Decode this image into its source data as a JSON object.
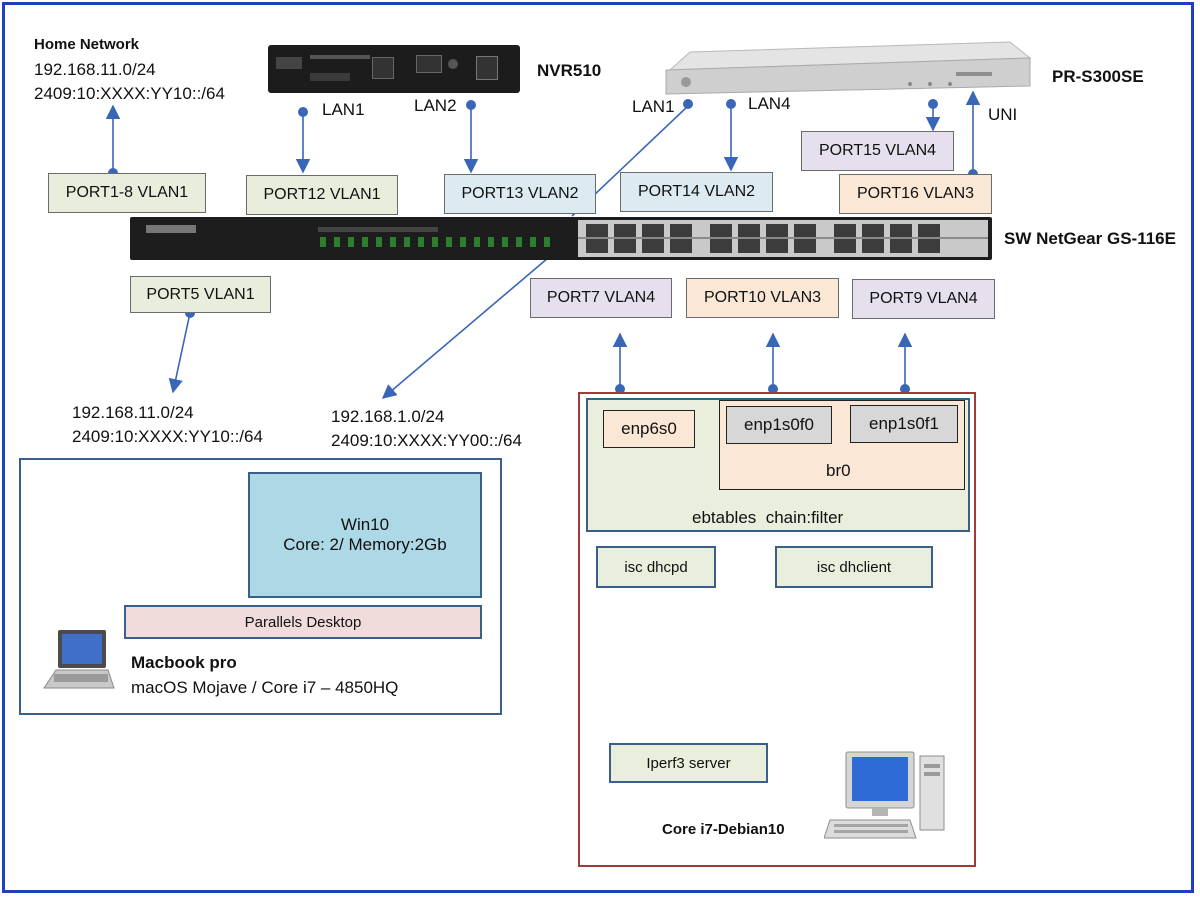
{
  "home_network": {
    "title": "Home Network",
    "ipv4": "192.168.11.0/24",
    "ipv6": "2409:10:XXXX:YY10::/64"
  },
  "devices": {
    "nvr": "NVR510",
    "onu": "PR-S300SE",
    "switch": "SW NetGear GS-116E"
  },
  "port_labels": {
    "nvr_lan1": "LAN1",
    "nvr_lan2": "LAN2",
    "onu_lan1": "LAN1",
    "onu_lan4": "LAN4",
    "onu_uni": "UNI"
  },
  "ports": {
    "p1_8": "PORT1-8 VLAN1",
    "p12": "PORT12 VLAN1",
    "p13": "PORT13 VLAN2",
    "p14": "PORT14 VLAN2",
    "p15": "PORT15 VLAN4",
    "p16": "PORT16 VLAN3",
    "p5": "PORT5 VLAN1",
    "p7": "PORT7 VLAN4",
    "p10": "PORT10 VLAN3",
    "p9": "PORT9 VLAN4"
  },
  "subnets": {
    "left_ipv4": "192.168.11.0/24",
    "left_ipv6": "2409:10:XXXX:YY10::/64",
    "mid_ipv4": "192.168.1.0/24",
    "mid_ipv6": "2409:10:XXXX:YY00::/64"
  },
  "macbook": {
    "vm_name": "Win10",
    "vm_spec": "Core: 2/ Memory:2Gb",
    "hypervisor": "Parallels Desktop",
    "name": "Macbook pro",
    "spec": "macOS Mojave / Core i7 – 4850HQ"
  },
  "debian": {
    "if_enp6s0": "enp6s0",
    "if_enp1s0f0": "enp1s0f0",
    "if_enp1s0f1": "enp1s0f1",
    "bridge": "br0",
    "ebtables": "ebtables  chain:filter",
    "dhcpd": "isc dhcpd",
    "dhclient": "isc dhclient",
    "iperf": "Iperf3 server",
    "name": "Core i7-Debian10"
  },
  "colors": {
    "frame": "#1f3fbf",
    "arrow": "#3a66b8",
    "debian_border": "#a33a3a",
    "macbook_border": "#3a5f8a"
  }
}
